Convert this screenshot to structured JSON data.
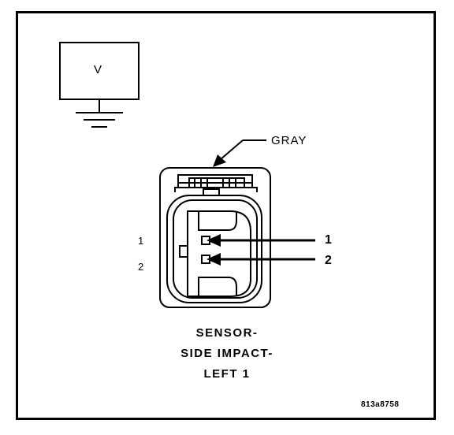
{
  "meter": {
    "label": "V"
  },
  "connector": {
    "color_label": "GRAY",
    "cavity_labels_left": [
      "1",
      "2"
    ],
    "cavity_labels_right": [
      "1",
      "2"
    ]
  },
  "title_lines": [
    "SENSOR-",
    "SIDE IMPACT-",
    "LEFT 1"
  ],
  "figure_code": "813a8758"
}
